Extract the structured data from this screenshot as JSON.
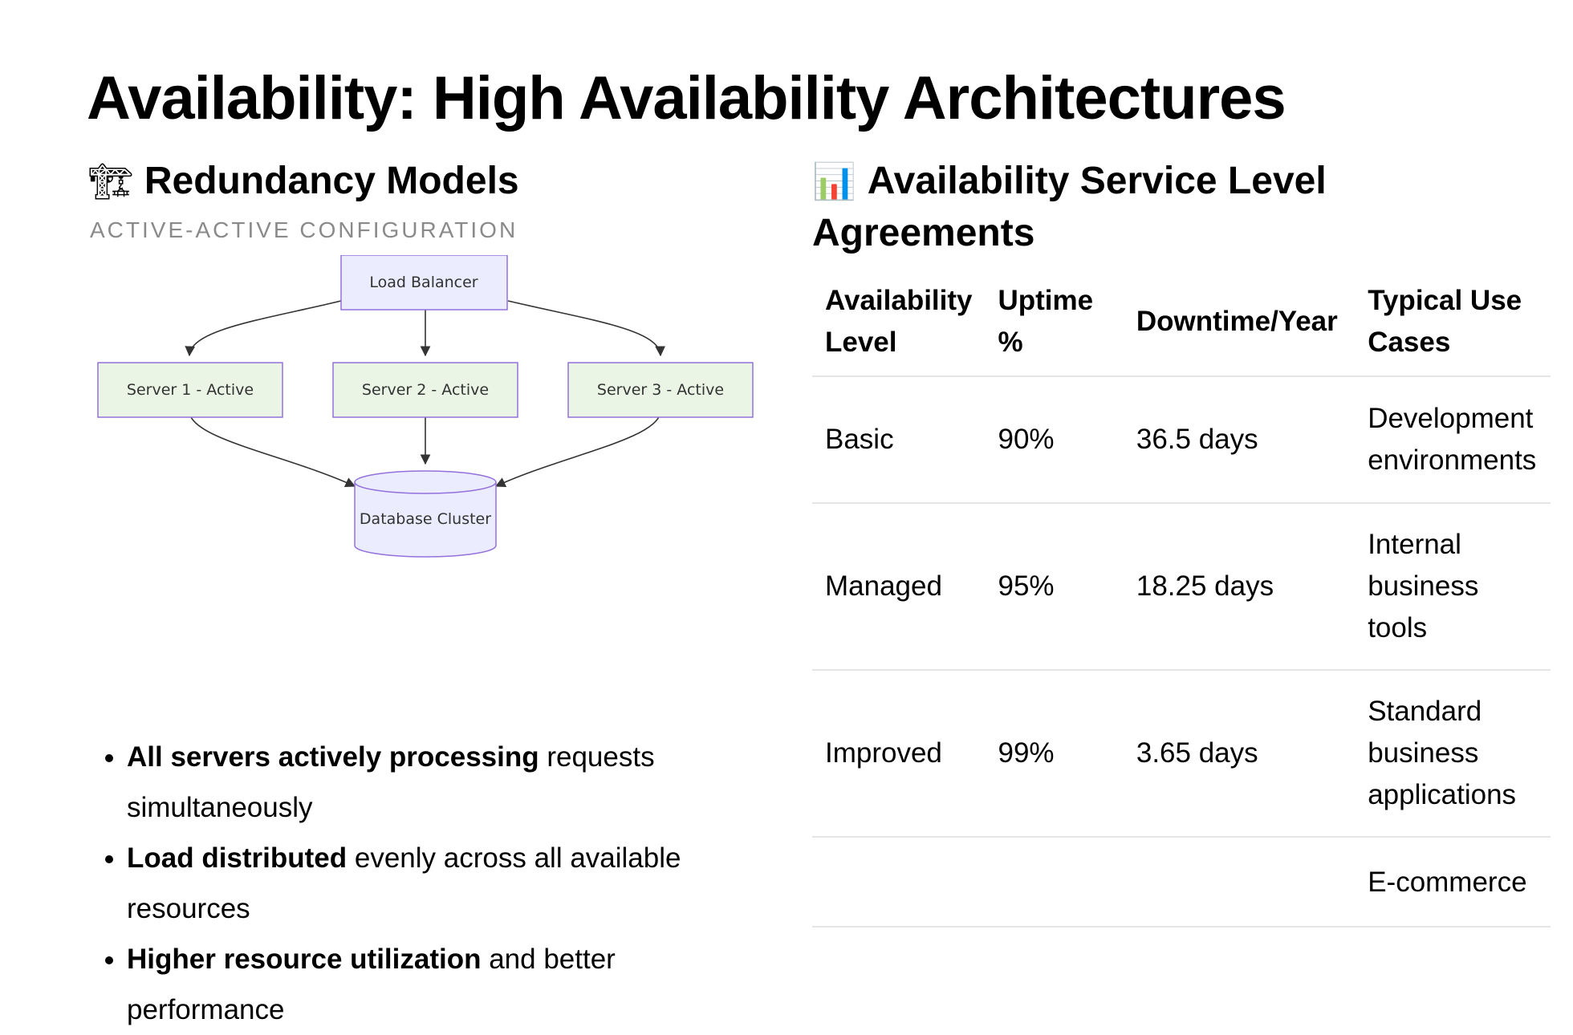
{
  "page": {
    "title": "Availability: High Availability Architectures"
  },
  "left": {
    "icon": "construction-crane-icon",
    "heading": "Redundancy Models",
    "subtitle": "ACTIVE-ACTIVE CONFIGURATION",
    "diagram": {
      "load_balancer": "Load Balancer",
      "server1": "Server 1 - Active",
      "server2": "Server 2 - Active",
      "server3": "Server 3 - Active",
      "database": "Database Cluster"
    },
    "bullets": [
      {
        "bold": "All servers actively processing",
        "rest": " requests simultaneously"
      },
      {
        "bold": "Load distributed",
        "rest": " evenly across all available resources"
      },
      {
        "bold": "Higher resource utilization",
        "rest": " and better performance"
      }
    ]
  },
  "right": {
    "icon": "bar-chart-icon",
    "heading": "Availability Service Level Agreements",
    "table": {
      "headers": [
        "Availability Level",
        "Uptime %",
        "Downtime/Year",
        "Typical Use Cases"
      ],
      "rows": [
        [
          "Basic",
          "90%",
          "36.5 days",
          "Development environments"
        ],
        [
          "Managed",
          "95%",
          "18.25 days",
          "Internal business tools"
        ],
        [
          "Improved",
          "99%",
          "3.65 days",
          "Standard business applications"
        ],
        [
          "",
          "",
          "",
          "E-commerce"
        ]
      ]
    }
  },
  "colors": {
    "lb_fill": "#ececff",
    "server_fill": "#eaf5e6",
    "db_fill": "#ececff",
    "node_stroke": "#9370db"
  }
}
